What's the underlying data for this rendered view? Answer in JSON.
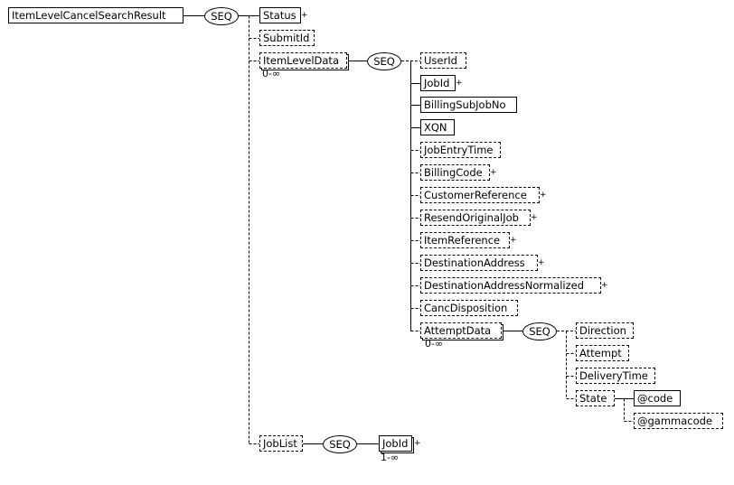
{
  "root": "ItemLevelCancelSearchResult",
  "seq_label": "SEQ",
  "top_children": [
    "Status",
    "SubmitId",
    "ItemLevelData",
    "JobList"
  ],
  "item_level_data_occurs": "0-∞",
  "item_level_children": [
    "UserId",
    "JobId",
    "BillingSubJobNo",
    "XQN",
    "JobEntryTime",
    "BillingCode",
    "CustomerReference",
    "ResendOriginalJob",
    "ItemReference",
    "DestinationAddress",
    "DestinationAddressNormalized",
    "CancDisposition",
    "AttemptData"
  ],
  "attempt_data_occurs": "0-∞",
  "attempt_children": [
    "Direction",
    "Attempt",
    "DeliveryTime",
    "State"
  ],
  "state_attributes": [
    "@code",
    "@gammacode"
  ],
  "joblist_child": "JobId",
  "joblist_child_occurs": "1-∞",
  "expand_marker": "+"
}
